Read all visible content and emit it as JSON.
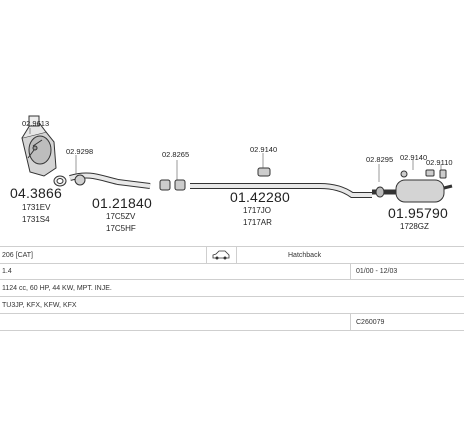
{
  "parts": {
    "p1": {
      "code": "02.9613"
    },
    "p2": {
      "number": "04.3866",
      "alt1": "1731EV",
      "alt2": "1731S4"
    },
    "p3": {
      "code": "02.9298"
    },
    "p4": {
      "number": "01.21840",
      "alt1": "17C5ZV",
      "alt2": "17C5HF"
    },
    "p5": {
      "code": "02.8265"
    },
    "p6": {
      "code": "02.9140"
    },
    "p7": {
      "number": "01.42280",
      "alt1": "1717JO",
      "alt2": "1717AR"
    },
    "p8": {
      "code": "02.8295"
    },
    "p9": {
      "code": "02.9140"
    },
    "p10": {
      "code": "02.9110"
    },
    "p11": {
      "number": "01.95790",
      "alt1": "1728GZ"
    }
  },
  "info": {
    "model": "206 [CAT]",
    "body_type": "Hatchback",
    "engine_short": "1.4",
    "period": "01/00 - 12/03",
    "engine_detail": "1124 cc, 60 HP, 44 KW, MPT. INJE.",
    "engine_codes": "TU3JP, KFX, KFW, KFX",
    "catalog_code": "C260079"
  },
  "colors": {
    "line": "#333333",
    "fill": "#d9d9d9",
    "grid": "#cfcfcf"
  }
}
